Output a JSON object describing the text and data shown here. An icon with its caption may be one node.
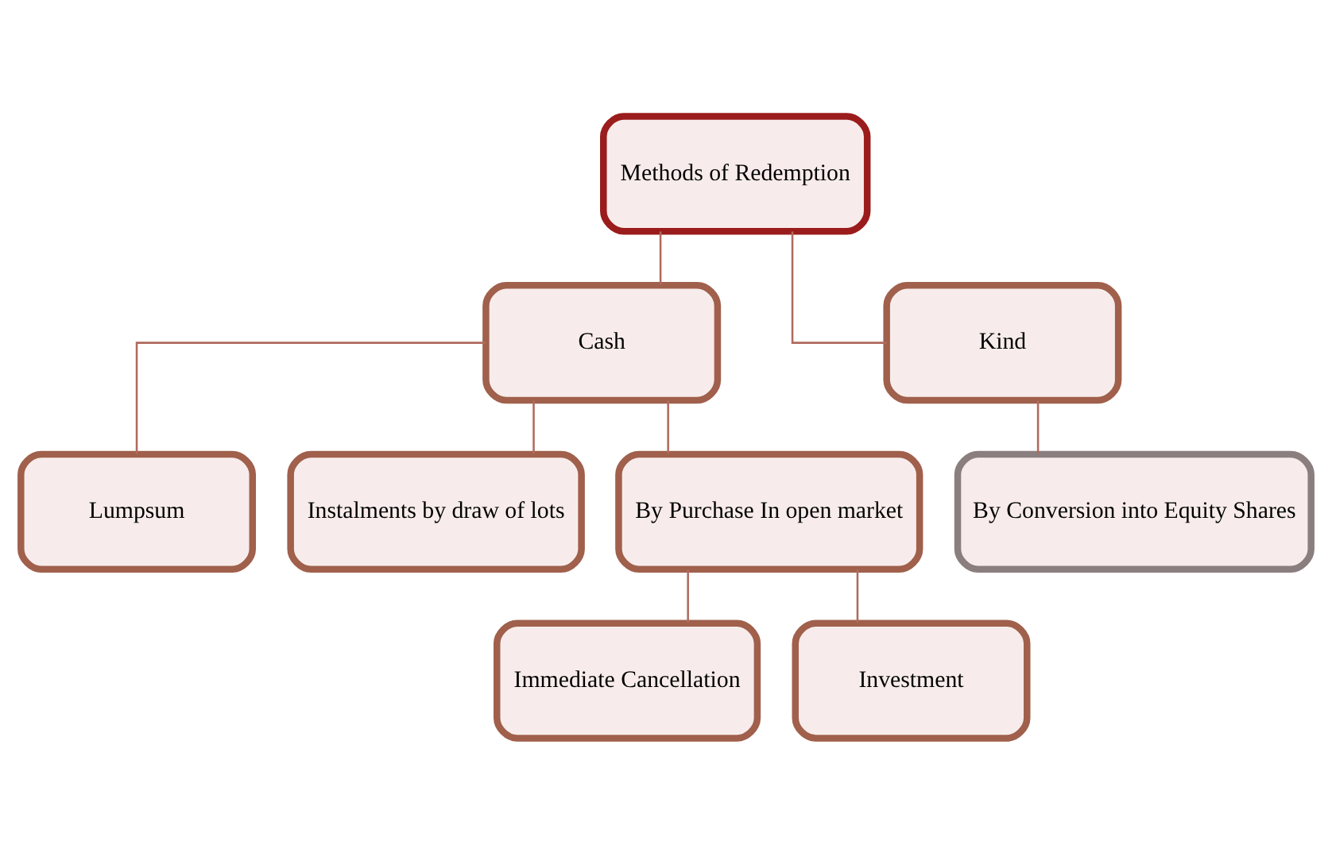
{
  "diagram": {
    "nodes": [
      {
        "text": [
          "Methods of Redemption"
        ]
      },
      {
        "text": [
          "Cash"
        ]
      },
      {
        "text": [
          "Kind"
        ]
      },
      {
        "text": [
          "Lumpsum"
        ]
      },
      {
        "text": [
          "Instalments by draw of lots"
        ]
      },
      {
        "text": [
          "By Purchase In open market"
        ]
      },
      {
        "text": [
          "Immediate Cancellation"
        ]
      },
      {
        "text": [
          "Investment"
        ]
      },
      {
        "text": [
          "By Conversion into Equity Shares"
        ]
      }
    ],
    "edges": [
      {
        "from": 0,
        "to": 1,
        "arrow": "none"
      },
      {
        "from": 0,
        "to": 2,
        "arrow": "none"
      },
      {
        "from": 1,
        "to": 3,
        "arrow": "none"
      },
      {
        "from": 1,
        "to": 4,
        "arrow": "none"
      },
      {
        "from": 1,
        "to": 5,
        "arrow": "none"
      },
      {
        "from": 5,
        "to": 6,
        "arrow": "none"
      },
      {
        "from": 5,
        "to": 7,
        "arrow": "none"
      },
      {
        "from": 2,
        "to": 8,
        "arrow": "none"
      }
    ]
  }
}
